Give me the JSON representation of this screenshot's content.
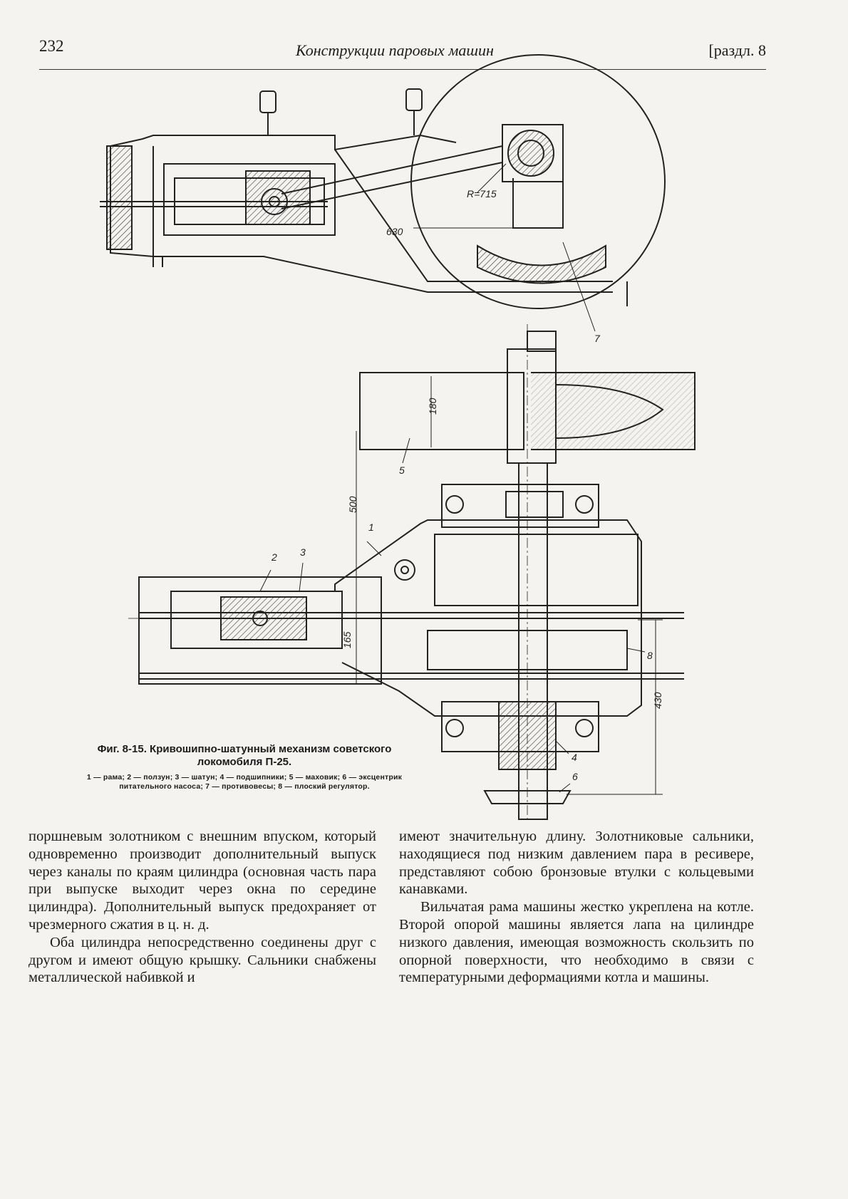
{
  "header": {
    "page_number": "232",
    "running_title": "Конструкции паровых машин",
    "section": "[раздл. 8"
  },
  "figure": {
    "dimension_labels": [
      "R=715",
      "630",
      "180",
      "500",
      "165",
      "430"
    ],
    "part_numbers": [
      "1",
      "2",
      "3",
      "4",
      "5",
      "6",
      "7",
      "8"
    ],
    "caption_title": "Фиг. 8-15. Кривошипно-шатунный механизм советского локомобиля П-25.",
    "caption_legend": "1 — рама; 2 — ползун; 3 — шатун; 4 — подшипники; 5 — маховик; 6 — эксцентрик питательного насоса; 7 — противовесы; 8 — плоский регулятор."
  },
  "body": {
    "left_column": [
      "поршневым золотником с внешним впуском, который одновременно производит дополнительный выпуск через каналы по краям цилиндра (основная часть пара при выпуске выходит через окна по середине цилиндра). Дополнительный выпуск предохраняет от чрезмерного сжатия в ц. н. д.",
      "Оба цилиндра непосредственно соединены друг с другом и имеют общую крышку. Сальники снабжены металлической набивкой и"
    ],
    "right_column": [
      "имеют значительную длину. Золотниковые сальники, находящиеся под низким давлением пара в ресивере, представляют собою бронзовые втулки с кольцевыми канавками.",
      "Вильчатая рама машины жестко укреплена на котле. Второй опорой машины является лапа на цилиндре низкого давления, имеющая возможность скользить по опорной поверхности, что необходимо в связи с температурными деформациями котла и машины."
    ]
  }
}
